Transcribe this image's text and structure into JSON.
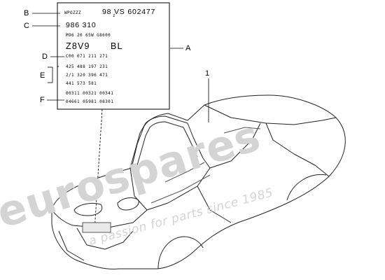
{
  "watermark": {
    "brand": "eurospares",
    "tagline": "a passion for parts since 1985"
  },
  "callouts": {
    "A": "A",
    "B": "B",
    "C": "C",
    "D": "D",
    "E": "E",
    "F": "F",
    "part_1": "1"
  },
  "id_plate": {
    "vin_prefix": "WPOZZZ",
    "vin_main": "98 VS 602477",
    "vin_sub": "z",
    "type_code": "986 310",
    "engine_line": "M96 20   65W   G8600",
    "paint_code": "Z8V9",
    "interior_code": "BL",
    "d_row": "C00 071  211  271",
    "e_rows": [
      "425  488  197  231",
      "2/1  320  396  471",
      "441  573  581"
    ],
    "f_rows": [
      "00311  00321  00341",
      "04661  05981  08301"
    ]
  }
}
